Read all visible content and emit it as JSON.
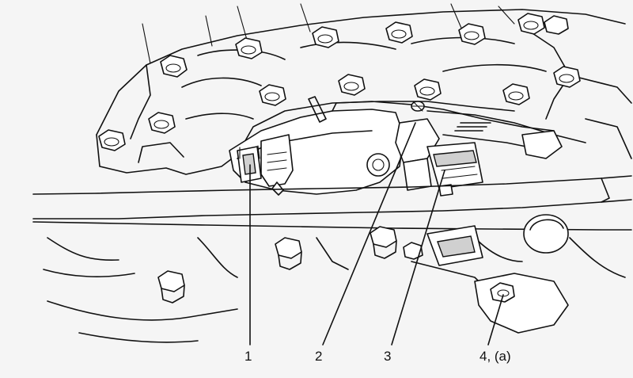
{
  "callouts": [
    {
      "id": "1",
      "label": "1"
    },
    {
      "id": "2",
      "label": "2"
    },
    {
      "id": "3",
      "label": "3"
    },
    {
      "id": "4",
      "label": "4, (a)"
    }
  ],
  "colors": {
    "background": "#f5f5f5",
    "line": "#111111"
  }
}
